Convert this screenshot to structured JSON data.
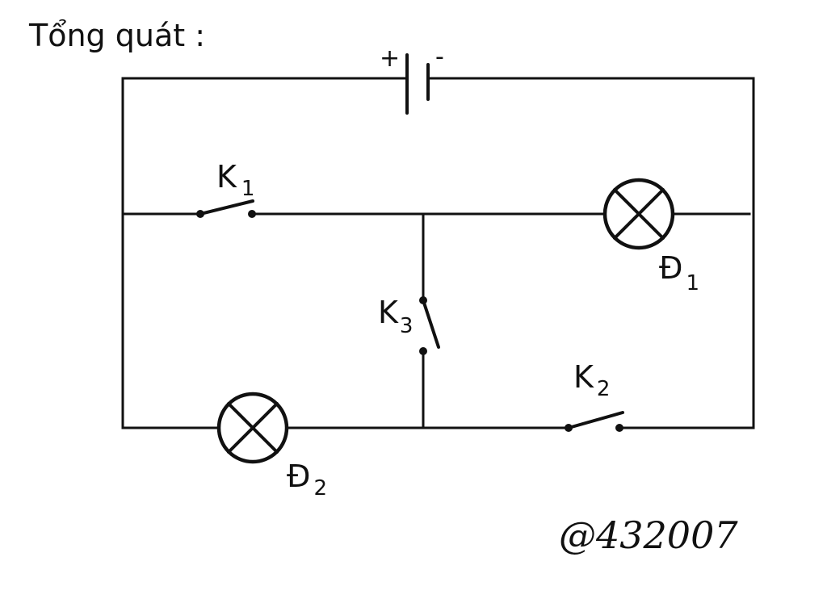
{
  "title": "Tổng quát :",
  "battery": {
    "plus": "+",
    "minus": "-"
  },
  "switches": {
    "k1": {
      "letter": "K",
      "sub": "1"
    },
    "k2": {
      "letter": "K",
      "sub": "2"
    },
    "k3": {
      "letter": "K",
      "sub": "3"
    }
  },
  "lamps": {
    "d1": {
      "letter": "Đ",
      "sub": "1"
    },
    "d2": {
      "letter": "Đ",
      "sub": "2"
    }
  },
  "watermark": "@432007"
}
